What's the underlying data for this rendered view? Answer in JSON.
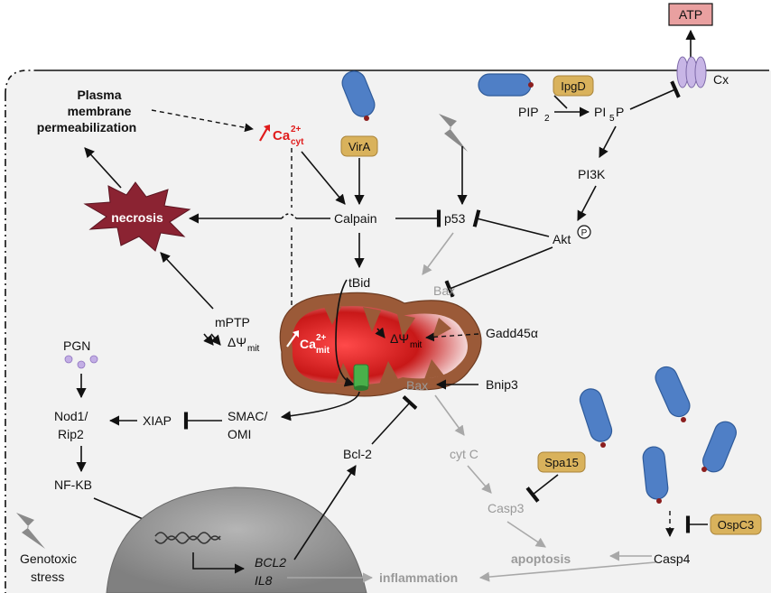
{
  "labels": {
    "atp": "ATP",
    "cx": "Cx",
    "plasma_line1": "Plasma",
    "plasma_line2": "membrane",
    "plasma_line3": "permeabilization",
    "ca_cyt": "Ca",
    "ca_cyt_sup": "2+",
    "ca_cyt_sub": "cyt",
    "vira": "VirA",
    "ipgd": "IpgD",
    "pip2": "PIP",
    "pip2_sub": "2",
    "pi5p": "PI",
    "pi5p_sub": "5",
    "pi5p_tail": "P",
    "pi3k": "PI3K",
    "calpain": "Calpain",
    "p53": "p53",
    "akt": "Akt",
    "akt_p": "P",
    "necrosis": "necrosis",
    "tbid": "tBid",
    "bax_top": "Bax",
    "mptp": "mPTP",
    "dpsi_left": "ΔΨ",
    "dpsi_left_sub": "mit",
    "ca_mit": "Ca",
    "ca_mit_sup": "2+",
    "ca_mit_sub": "mit",
    "dpsi_mid": "ΔΨ",
    "dpsi_mid_sub": "mit",
    "gadd45": "Gadd45α",
    "pgn": "PGN",
    "nod1_l1": "Nod1/",
    "nod1_l2": "Rip2",
    "xiap": "XIAP",
    "smac_l1": "SMAC/",
    "smac_l2": "OMI",
    "bax_mid": "Bax",
    "bnip3": "Bnip3",
    "nfkb": "NF-KB",
    "bcl2": "Bcl-2",
    "cytc": "cyt C",
    "spa15": "Spa15",
    "casp3": "Casp3",
    "ospc3": "OspC3",
    "casp4": "Casp4",
    "apoptosis": "apoptosis",
    "genotoxic_l1": "Genotoxic",
    "genotoxic_l2": "stress",
    "gene_bcl2": "BCL2",
    "gene_il8": "IL8",
    "inflammation": "inflammation"
  },
  "colors": {
    "cell_bg": "#f2f2f2",
    "bacterium": "#4f7fc6",
    "effector_tag": "#d9b25c",
    "necrosis": "#8b2332",
    "atp_box": "#e9a0a0",
    "mito_outer": "#9b5a38",
    "mito_red": "#d01f1f",
    "nucleus": "#9a9a9a",
    "grey_path": "#a8a8a8",
    "calcium_red": "#e01b1b"
  }
}
